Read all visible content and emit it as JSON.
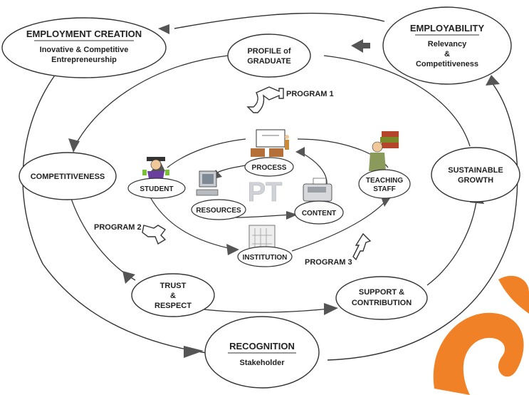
{
  "nodes": {
    "employment_creation": {
      "title": "EMPLOYMENT CREATION",
      "line1": "Inovative & Competitive",
      "line2": "Entrepreneurship"
    },
    "employability": {
      "title": "EMPLOYABILITY",
      "line1": "Relevancy",
      "line2": "&",
      "line3": "Competitiveness"
    },
    "profile_graduate": {
      "line1": "PROFILE of",
      "line2": "GRADUATE"
    },
    "competitiveness": {
      "label": "COMPETITIVENESS"
    },
    "sustainable_growth": {
      "line1": "SUSTAINABLE",
      "line2": "GROWTH"
    },
    "trust_respect": {
      "line1": "TRUST",
      "line2": "&",
      "line3": "RESPECT"
    },
    "support_contribution": {
      "line1": "SUPPORT &",
      "line2": "CONTRIBUTION"
    },
    "recognition": {
      "title": "RECOGNITION",
      "line1": "Stakeholder"
    },
    "student": {
      "label": "STUDENT"
    },
    "process": {
      "label": "PROCESS"
    },
    "teaching_staff": {
      "line1": "TEACHING",
      "line2": "STAFF"
    },
    "resources": {
      "label": "RESOURCES"
    },
    "content": {
      "label": "CONTENT"
    },
    "institution": {
      "label": "INSTITUTION"
    },
    "center_logo": {
      "label": "PT"
    }
  },
  "programs": {
    "program1": "PROGRAM 1",
    "program2": "PROGRAM 2",
    "program3": "PROGRAM 3"
  },
  "colors": {
    "line": "#333333",
    "arrow": "#555555",
    "watermark": "#f07a1a",
    "logo": "#cfd2d6"
  }
}
